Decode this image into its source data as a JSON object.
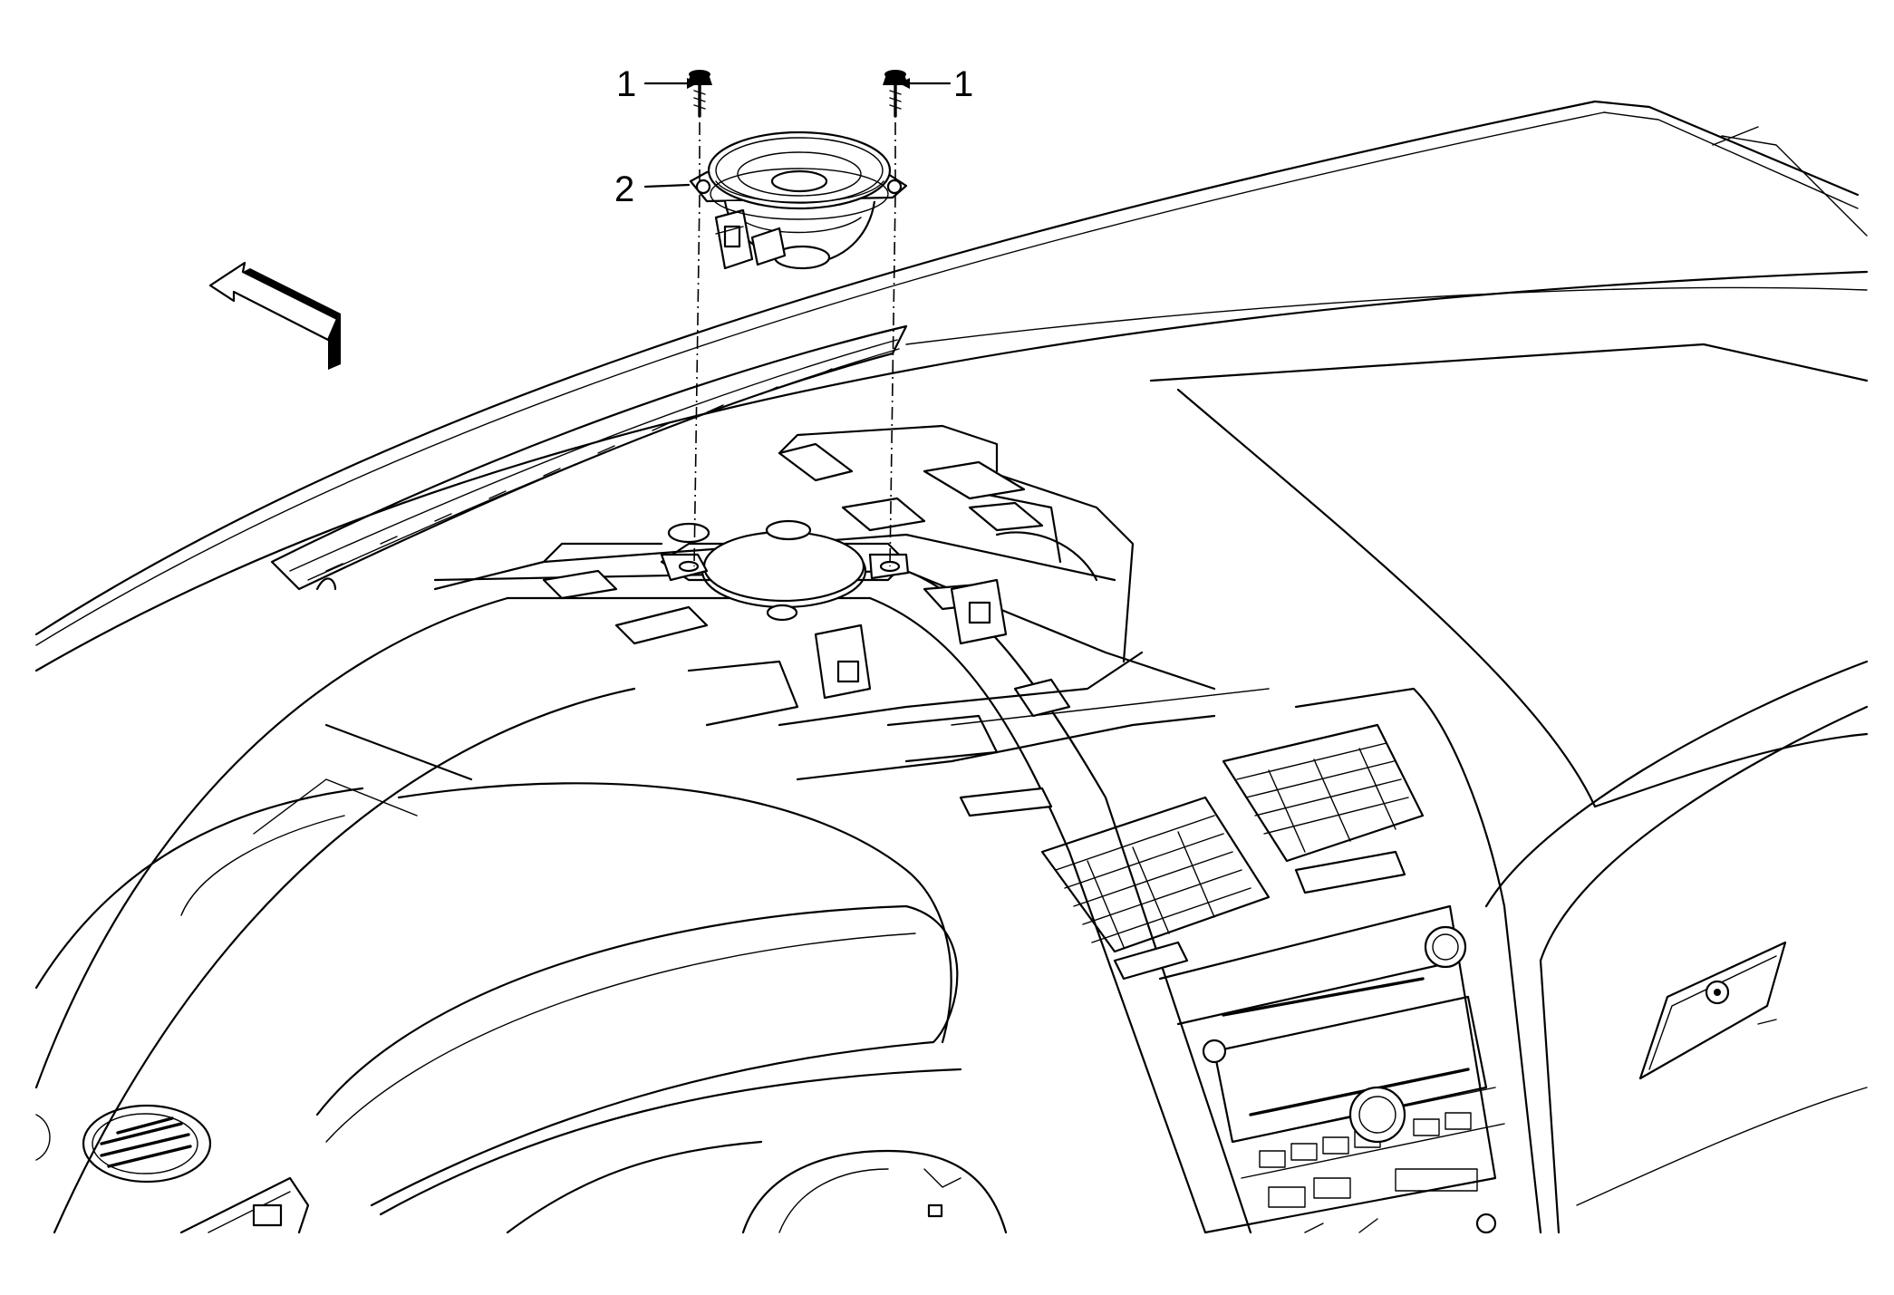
{
  "callouts": [
    {
      "id": "fastener-left",
      "label": "1"
    },
    {
      "id": "fastener-right",
      "label": "1"
    },
    {
      "id": "speaker",
      "label": "2"
    }
  ],
  "icons": {
    "direction_arrow": "front-of-vehicle-arrow-icon"
  }
}
